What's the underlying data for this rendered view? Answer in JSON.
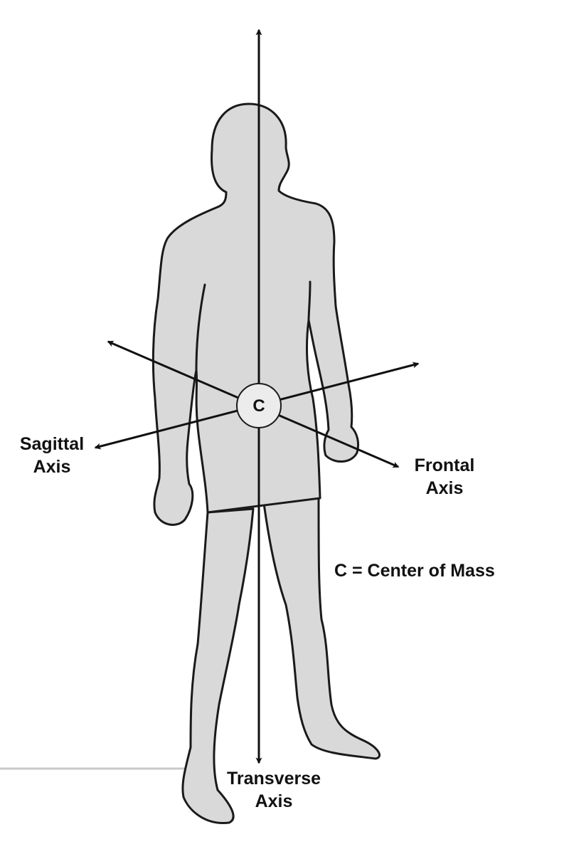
{
  "labels": {
    "sagittal_line1": "Sagittal",
    "sagittal_line2": "Axis",
    "frontal_line1": "Frontal",
    "frontal_line2": "Axis",
    "transverse_line1": "Transverse",
    "transverse_line2": "Axis",
    "center_marker": "C",
    "legend": "C = Center of Mass"
  },
  "colors": {
    "body_fill": "#d9d9d9",
    "outline": "#1a1a1a",
    "axis": "#111111",
    "center_fill": "#ececec",
    "ground_line": "#c8c8c8"
  },
  "icons": {
    "figure": "standing-human-figure",
    "center": "center-of-mass-marker"
  }
}
